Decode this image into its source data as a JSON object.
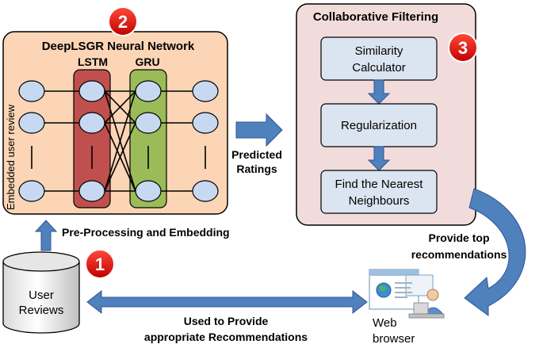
{
  "nn": {
    "badge": "2",
    "title": "DeepLSGR Neural Network",
    "lstm": "LSTM",
    "gru": "GRU",
    "side_label": "Embedded user review"
  },
  "cf": {
    "badge": "3",
    "title": "Collaborative Filtering",
    "box1_line1": "Similarity",
    "box1_line2": "Calculator",
    "box2": "Regularization",
    "box3_line1": "Find the Nearest",
    "box3_line2": "Neighbours"
  },
  "predicted": {
    "line1": "Predicted",
    "line2": "Ratings"
  },
  "preprocess": "Pre-Processing and Embedding",
  "db": {
    "badge": "1",
    "line1": "User",
    "line2": "Reviews"
  },
  "provide": {
    "line1": "Provide top",
    "line2": "recommendations"
  },
  "used": {
    "line1": "Used to Provide",
    "line2": "appropriate Recommendations"
  },
  "web": {
    "line1": "Web",
    "line2": "browser"
  },
  "colors": {
    "nn_panel": "#fbd5b5",
    "cf_panel": "#f2dcdb",
    "lstm": "#c0504d",
    "gru": "#9bbb59",
    "node": "#c6d9f1",
    "step_box": "#dbe5f1",
    "arrow": "#4f81bd",
    "badge": "#e02020"
  }
}
